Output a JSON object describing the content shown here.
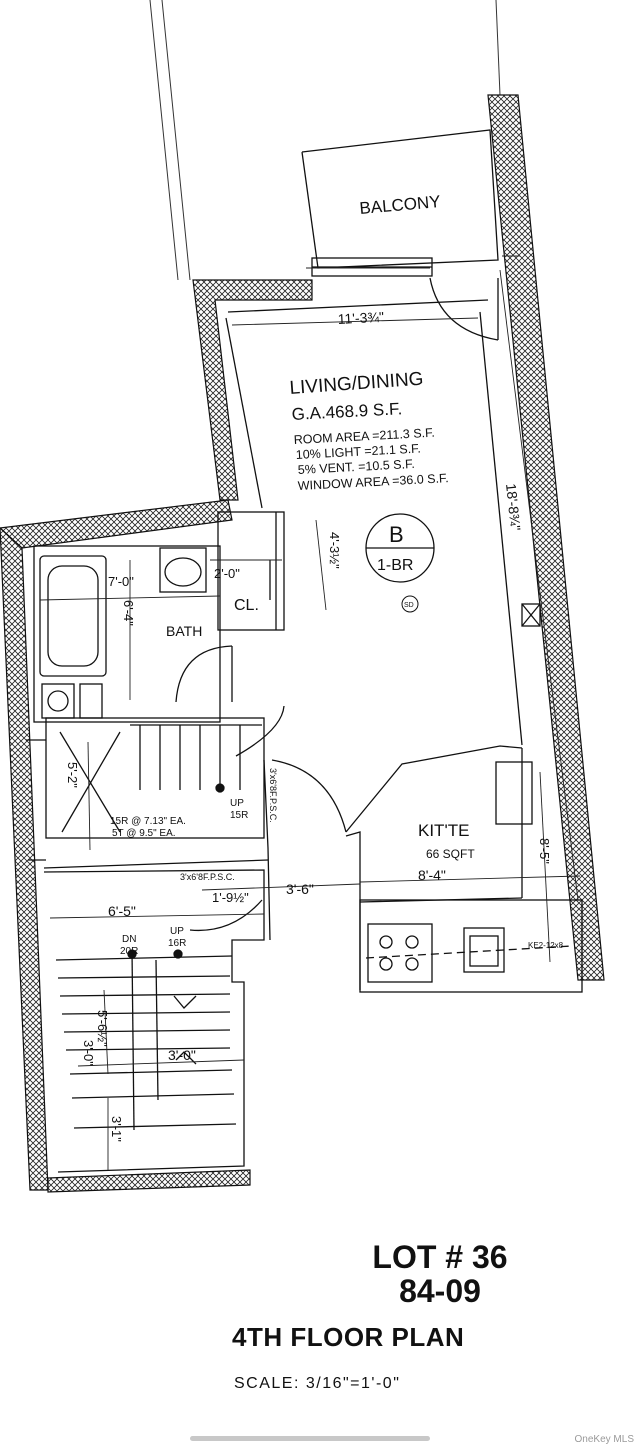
{
  "plan": {
    "rooms": {
      "balcony": "BALCONY",
      "living_dining": "LIVING/DINING",
      "bath": "BATH",
      "closet": "CL.",
      "kitchenette": "KIT'TE"
    },
    "living_area_notes": [
      "G.A.468.9 S.F.",
      "ROOM AREA =211.3 S.F.",
      "10% LIGHT =21.1 S.F.",
      "5% VENT. =10.5 S.F.",
      "WINDOW AREA =36.0 S.F."
    ],
    "unit_tag": {
      "letter": "B",
      "type": "1-BR"
    },
    "smoke_detector": "SD",
    "kitchen_area": "66 SQFT",
    "dimensions": {
      "balcony_width": "11'-3¾\"",
      "living_length": "18'-8¾\"",
      "closet_depth": "4'-3½\"",
      "closet_width": "2'-0\"",
      "bath_width": "7'-0\"",
      "bath_depth": "6'-4\"",
      "stair_short": "5'-2\"",
      "hall_width": "6'-5\"",
      "door_gap": "1'-9½\"",
      "door_width": "3'-6\"",
      "kitchen_width": "8'-4\"",
      "kitchen_depth": "8'-5\"",
      "kitchen_counter": "KE2-12x8",
      "stair_run": "5'-6½\"",
      "stair_landing": "3'-0\"",
      "stair_landing_b": "3'-0\"",
      "stair_bottom": "3'-1\""
    },
    "stair_notes": {
      "risers": "15R @ 7.13\" EA.",
      "treads": "5T @ 9.5\" EA.",
      "up_upper": "UP",
      "up_upper_count": "15R",
      "door_spec_vertical": "3'x6'8F.P.S.C.",
      "door_spec_horizontal": "3'x6'8F.P.S.C.",
      "dn": "DN",
      "dn_count": "20R",
      "up_lower": "UP",
      "up_lower_count": "16R"
    }
  },
  "footer": {
    "lot_number": "LOT # 36",
    "lot_code": "84-09",
    "plan_title": "4TH FLOOR PLAN",
    "scale": "SCALE: 3/16\"=1'-0\""
  },
  "watermark": "OneKey MLS"
}
